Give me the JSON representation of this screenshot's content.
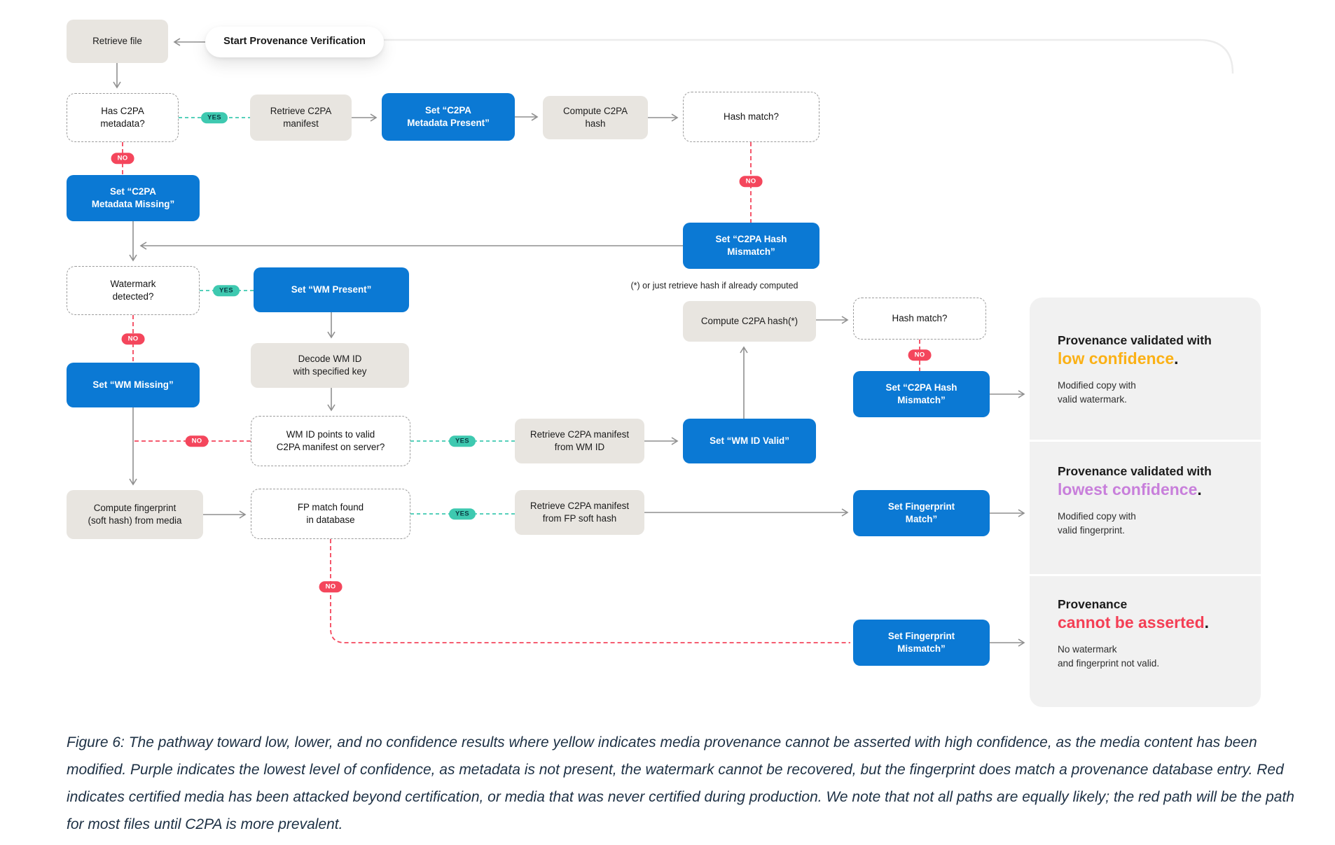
{
  "figure": {
    "start_label": "Start Provenance Verification",
    "yes_label": "YES",
    "no_label": "NO",
    "annotation": "(*) or just retrieve hash if already computed",
    "nodes": {
      "retrieve_file": "Retrieve file",
      "has_c2pa": "Has C2PA\nmetadata?",
      "retrieve_manifest": "Retrieve C2PA\nmanifest",
      "set_meta_present": "Set “C2PA\nMetadata Present”",
      "compute_hash1": "Compute C2PA\nhash",
      "hash_match1": "Hash match?",
      "set_meta_missing": "Set “C2PA\nMetadata Missing”",
      "set_hash_mismatch1": "Set “C2PA Hash\nMismatch”",
      "watermark_detected": "Watermark\ndetected?",
      "set_wm_present": "Set “WM Present”",
      "decode_wm": "Decode WM ID\nwith specified key",
      "set_wm_missing": "Set “WM Missing”",
      "wm_id_valid_q": "WM ID points to valid\nC2PA manifest on server?",
      "retrieve_wm_manifest": "Retrieve C2PA manifest\nfrom WM ID",
      "set_wm_id_valid": "Set “WM ID Valid”",
      "compute_hash2": "Compute C2PA hash(*)",
      "hash_match2": "Hash match?",
      "set_hash_mismatch2": "Set “C2PA Hash\nMismatch”",
      "compute_fingerprint": "Compute fingerprint\n(soft hash) from media",
      "fp_match": "FP match found\nin database",
      "retrieve_fp_manifest": "Retrieve C2PA manifest\nfrom FP soft hash",
      "set_fp_match": "Set Fingerprint\nMatch”",
      "set_fp_mismatch": "Set Fingerprint\nMismatch”"
    },
    "outcomes": [
      {
        "prefix": "Provenance validated with",
        "highlight": "low confidence",
        "period": ".",
        "body": "Modified copy with\nvalid watermark.",
        "highlight_color": "#FBB116"
      },
      {
        "prefix": "Provenance validated with",
        "highlight": "lowest confidence",
        "period": ".",
        "body": "Modified copy with\nvalid fingerprint.",
        "highlight_color": "#C87FDB"
      },
      {
        "prefix": "Provenance",
        "highlight": "cannot be asserted",
        "period": ".",
        "body": "No watermark\nand fingerprint not valid.",
        "highlight_color": "#F43F55"
      }
    ],
    "colors": {
      "action_blue": "#0B79D4",
      "step_gray": "#E8E5E0",
      "yes_teal": "#3EC9B0",
      "no_red": "#F4465C",
      "panel_gray": "#F1F1F1"
    },
    "caption": "Figure 6: The pathway toward low, lower, and no confidence results where yellow indicates media provenance cannot be asserted with high confidence, as the media content has been modified. Purple indicates the lowest level of confidence, as metadata is not present, the watermark cannot be recovered, but the fingerprint does match a provenance database entry. Red indicates certified media has been attacked beyond certification, or media that was never certified during production. We note that not all paths are equally likely; the red path will be the path for most files until C2PA is more prevalent."
  }
}
